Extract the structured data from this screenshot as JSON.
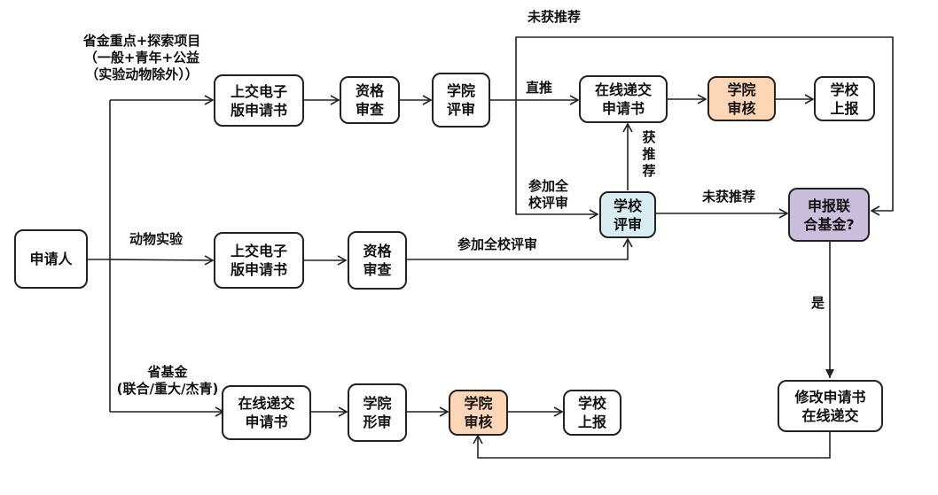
{
  "nodes": {
    "applicant": "申请人",
    "r1_upload": "上交电子\n版申请书",
    "r1_qual": "资格\n审查",
    "r1_college_review": "学院\n评审",
    "r1_online_submit": "在线递交\n申请书",
    "r1_college_audit": "学院\n审核",
    "r1_school_report": "学校\n上报",
    "school_review": "学校\n评审",
    "joint_fund_decision": "申报联\n合基金?",
    "r2_upload": "上交电子\n版申请书",
    "r2_qual": "资格\n审查",
    "r3_online_submit": "在线递交\n申请书",
    "r3_college_formal": "学院\n形审",
    "r3_college_audit": "学院\n审核",
    "r3_school_report": "学校\n上报",
    "revise_submit": "修改申请书\n在线递交"
  },
  "labels": {
    "branch_key_projects": "省金重点+探索项目\n（一般+青年+公益\n（实验动物除外））",
    "branch_animal": "动物实验",
    "branch_provincial": "省基金\n(联合/重大/杰青)",
    "direct_recommend": "直推",
    "not_recommended_top": "未获推荐",
    "join_school_review_vertical": "参加全\n校评审",
    "join_school_review": "参加全校评审",
    "recommended": "获\n推\n荐",
    "not_recommended_mid": "未获推荐",
    "yes": "是"
  },
  "colors": {
    "college_audit_fill": "#fcd6b6",
    "school_review_fill": "#d9ecf2",
    "decision_fill": "#c9bfdc"
  }
}
